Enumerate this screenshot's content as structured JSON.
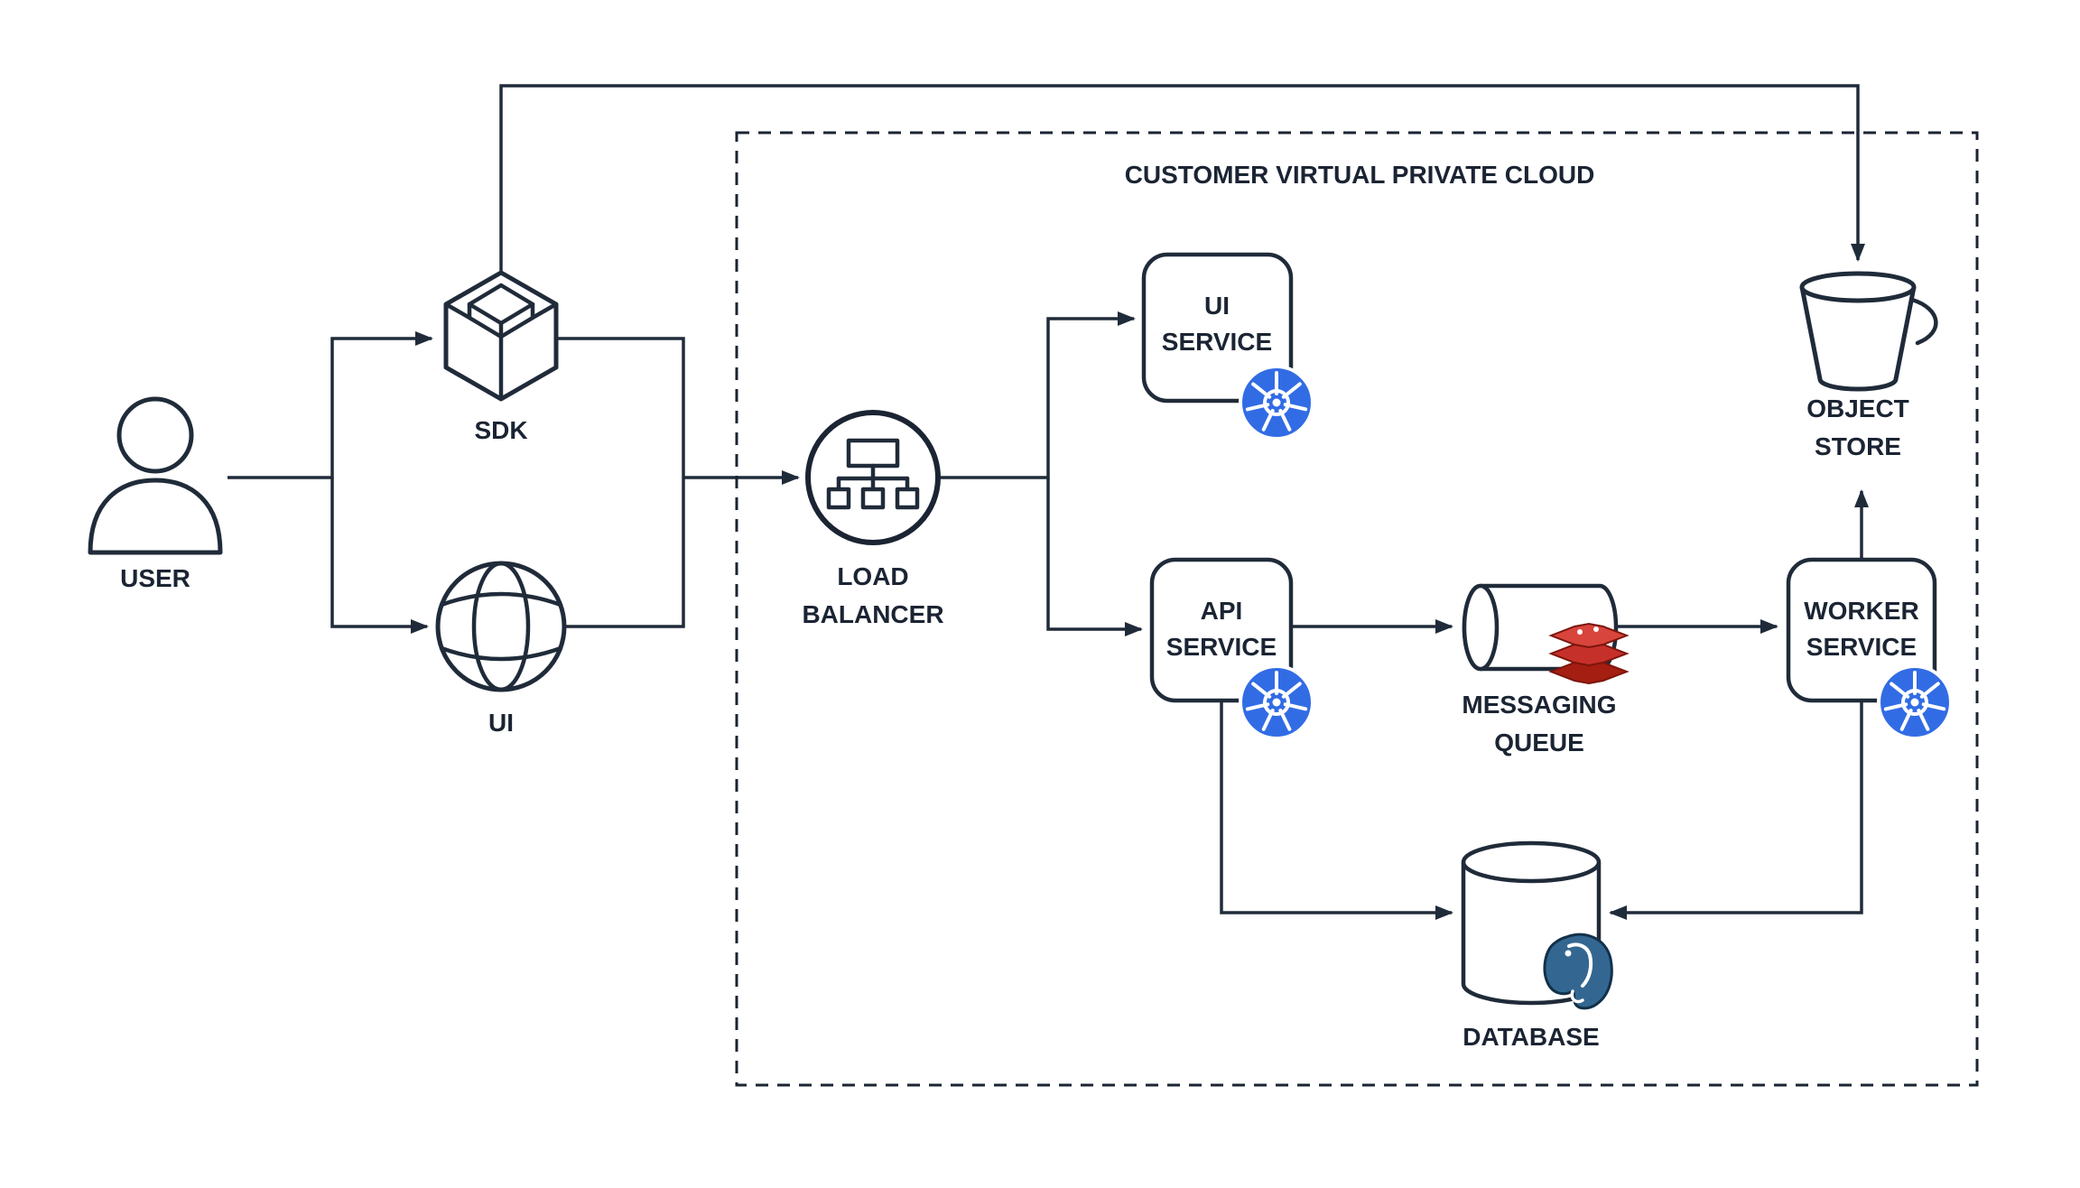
{
  "diagram": {
    "vpc": {
      "title": "CUSTOMER VIRTUAL PRIVATE CLOUD"
    },
    "nodes": {
      "user": {
        "label": "USER",
        "icon": "person-icon"
      },
      "sdk": {
        "label": "SDK",
        "icon": "cube-package-icon"
      },
      "ui": {
        "label": "UI",
        "icon": "globe-icon"
      },
      "load_balancer": {
        "line1": "LOAD",
        "line2": "BALANCER",
        "icon": "load-balancer-icon"
      },
      "ui_service": {
        "line1": "UI",
        "line2": "SERVICE",
        "badge": "kubernetes-icon"
      },
      "api_service": {
        "line1": "API",
        "line2": "SERVICE",
        "badge": "kubernetes-icon"
      },
      "messaging_queue": {
        "line1": "MESSAGING",
        "line2": "QUEUE",
        "badge": "redis-icon"
      },
      "worker_service": {
        "line1": "WORKER",
        "line2": "SERVICE",
        "badge": "kubernetes-icon"
      },
      "database": {
        "label": "DATABASE",
        "badge": "postgresql-icon"
      },
      "object_store": {
        "line1": "OBJECT",
        "line2": "STORE",
        "icon": "bucket-icon"
      }
    },
    "edges": [
      {
        "from": "USER",
        "to": "SDK"
      },
      {
        "from": "USER",
        "to": "UI"
      },
      {
        "from": "SDK",
        "to": "LOAD BALANCER"
      },
      {
        "from": "UI",
        "to": "LOAD BALANCER"
      },
      {
        "from": "SDK",
        "to": "OBJECT STORE"
      },
      {
        "from": "LOAD BALANCER",
        "to": "UI SERVICE"
      },
      {
        "from": "LOAD BALANCER",
        "to": "API SERVICE"
      },
      {
        "from": "API SERVICE",
        "to": "MESSAGING QUEUE"
      },
      {
        "from": "MESSAGING QUEUE",
        "to": "WORKER SERVICE"
      },
      {
        "from": "WORKER SERVICE",
        "to": "OBJECT STORE"
      },
      {
        "from": "API SERVICE",
        "to": "DATABASE"
      },
      {
        "from": "WORKER SERVICE",
        "to": "DATABASE"
      }
    ],
    "colors": {
      "line": "#202b3a",
      "text": "#1b2433",
      "kubernetes_blue": "#326ce5",
      "redis_red": "#c6302b",
      "postgres_blue": "#336791"
    }
  }
}
